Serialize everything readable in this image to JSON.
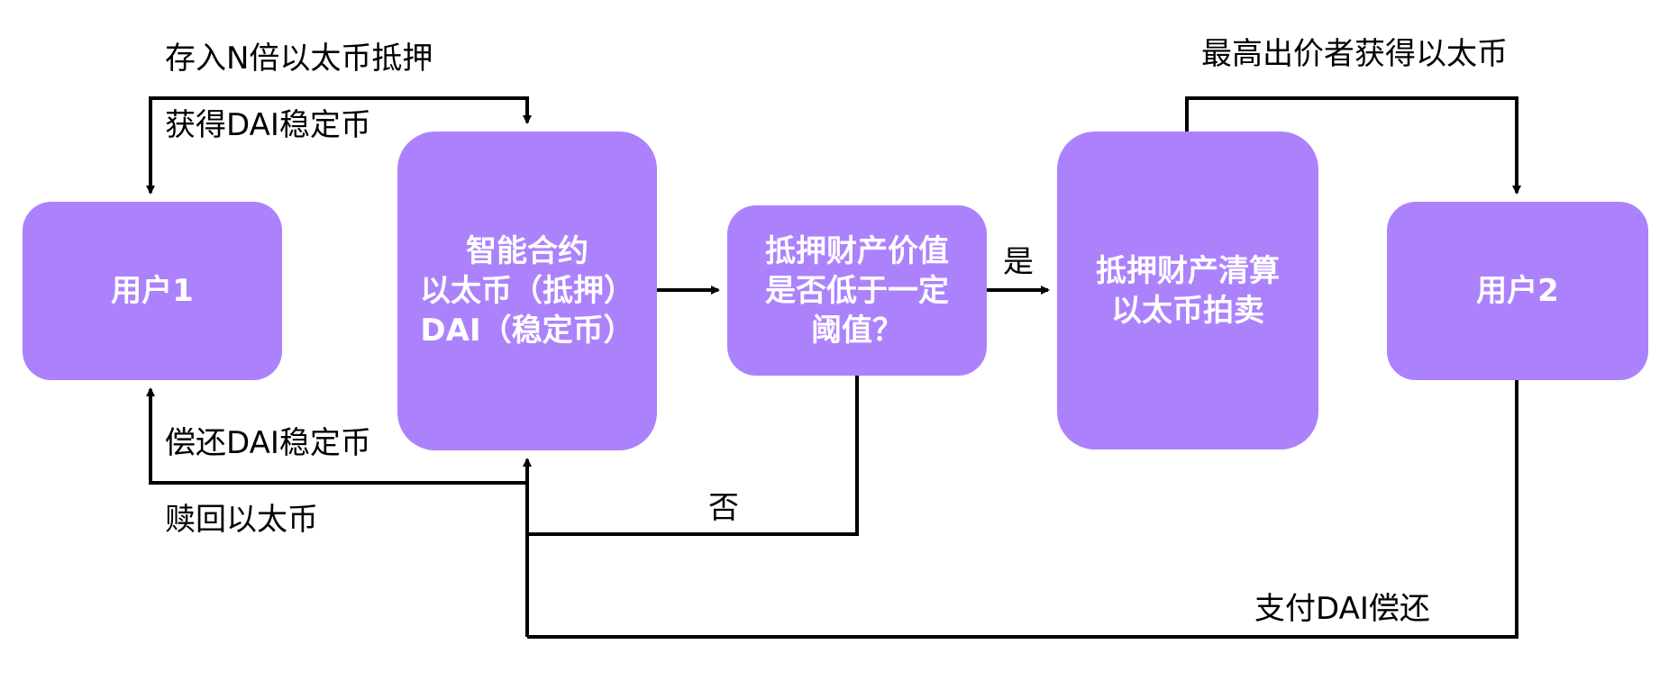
{
  "colors": {
    "node_fill": "#AC82FC",
    "node_text": "#FFFFFF",
    "edge": "#000000"
  },
  "nodes": {
    "user1": "用户1",
    "contract": "智能合约\n以太币（抵押）\nDAI（稳定币）",
    "decision": "抵押财产价值\n是否低于一定\n阈值？",
    "liquidation": "抵押财产清算\n以太币拍卖",
    "user2": "用户2"
  },
  "edge_labels": {
    "deposit": "存入N倍以太币抵押",
    "receive_dai": "获得DAI稳定币",
    "repay_dai": "偿还DAI稳定币",
    "redeem_eth": "赎回以太币",
    "yes": "是",
    "no": "否",
    "highest_bidder": "最高出价者获得以太币",
    "pay_dai": "支付DAI偿还"
  }
}
